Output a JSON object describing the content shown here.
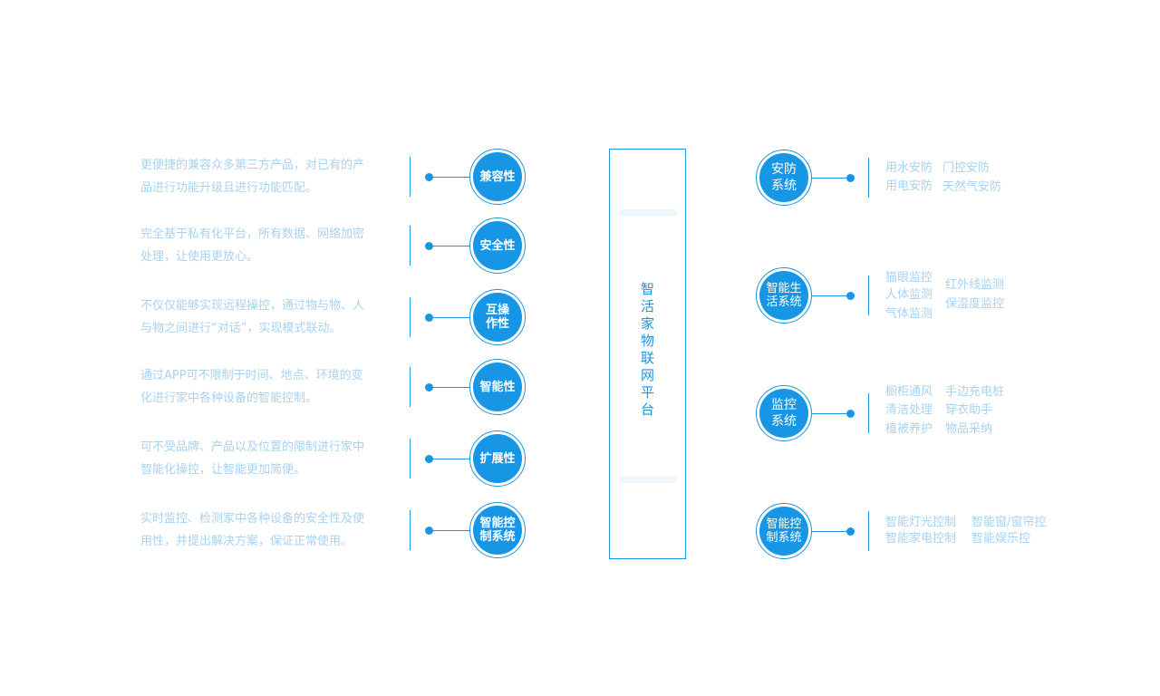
{
  "left_items": [
    {
      "title": "兼容性",
      "desc": "更便捷的兼容众多第三方产品，对已有的产\n品进行功能升级且进行功能匹配。"
    },
    {
      "title": "安全性",
      "desc": "完全基于私有化平台，所有数据、网络加密\n处理，让使用更放心。"
    },
    {
      "title": "互操\n作性",
      "desc": "不仅仅能够实现远程操控，通过物与物、人\n与物之间进行“对话”，实现模式联动。"
    },
    {
      "title": "智能性",
      "desc": "通过APP可不限制于时间、地点、环境的变\n化进行家中各种设备的智能控制。"
    },
    {
      "title": "扩展性",
      "desc": "可不受品牌、产品以及位置的限制进行家中\n智能化操控，让智能更加简便。"
    },
    {
      "title": "智能控\n制系统",
      "desc": "实时监控、检测家中各种设备的安全性及使\n用性，并提出解决方案，保证正常使用。"
    }
  ],
  "platform": {
    "title": "智\n活\n家\n物\n联\n网\n平\n台"
  },
  "right_items": [
    {
      "title": "安防\n系统",
      "features": [
        "用水安防",
        "门控安防",
        "用电安防",
        "天然气安防"
      ]
    },
    {
      "title": "智能生\n活系统",
      "features": [
        "猫眼监控",
        "人体监测",
        "气体监测",
        "红外线监测",
        "保湿度监控"
      ]
    },
    {
      "title": "监控\n系统",
      "features": [
        "橱柜通风",
        "手边充电桩",
        "清洁处理",
        "穿衣助手",
        "植被养护",
        "物品采纳"
      ]
    },
    {
      "title": "智能控\n制系统",
      "features": [
        "智能灯光控制",
        "智能窗/窗帘控",
        "智能家电控制",
        "智能娱乐控"
      ]
    }
  ],
  "colors": {
    "accent": "#1796e5",
    "line": "#1c94e0",
    "muted_text": "#a8d2f0"
  }
}
